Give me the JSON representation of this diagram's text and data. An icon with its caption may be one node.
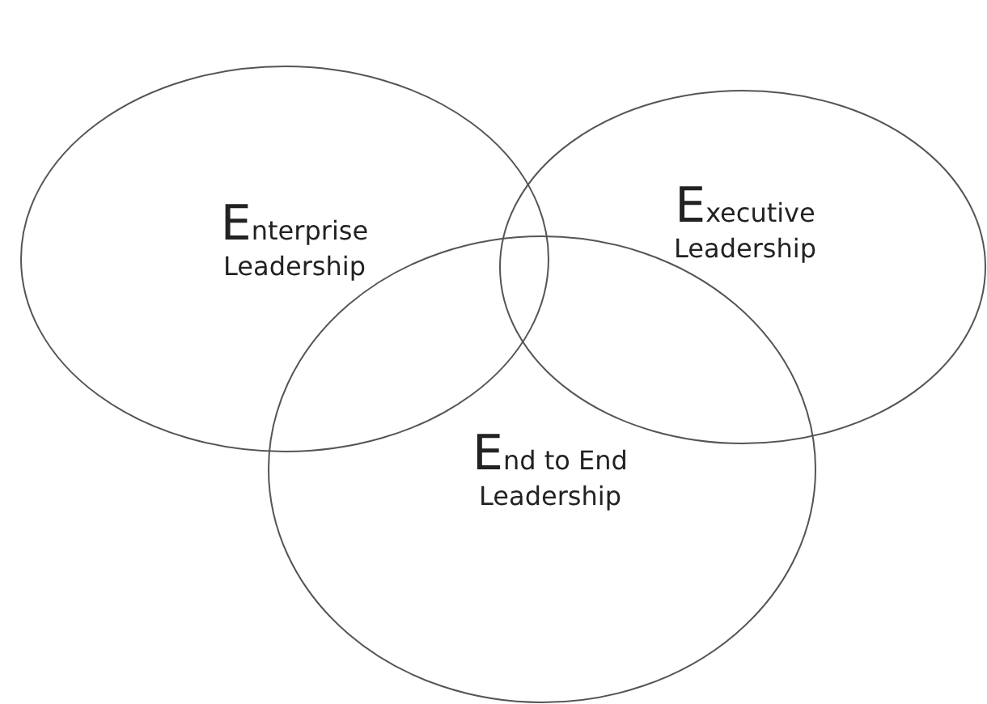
{
  "diagram": {
    "nodes": [
      {
        "text": [
          "Enterprise Leadership"
        ]
      },
      {
        "text": [
          "Executive Leadership"
        ]
      },
      {
        "text": [
          "End to End Leadership"
        ]
      }
    ],
    "edges": []
  }
}
